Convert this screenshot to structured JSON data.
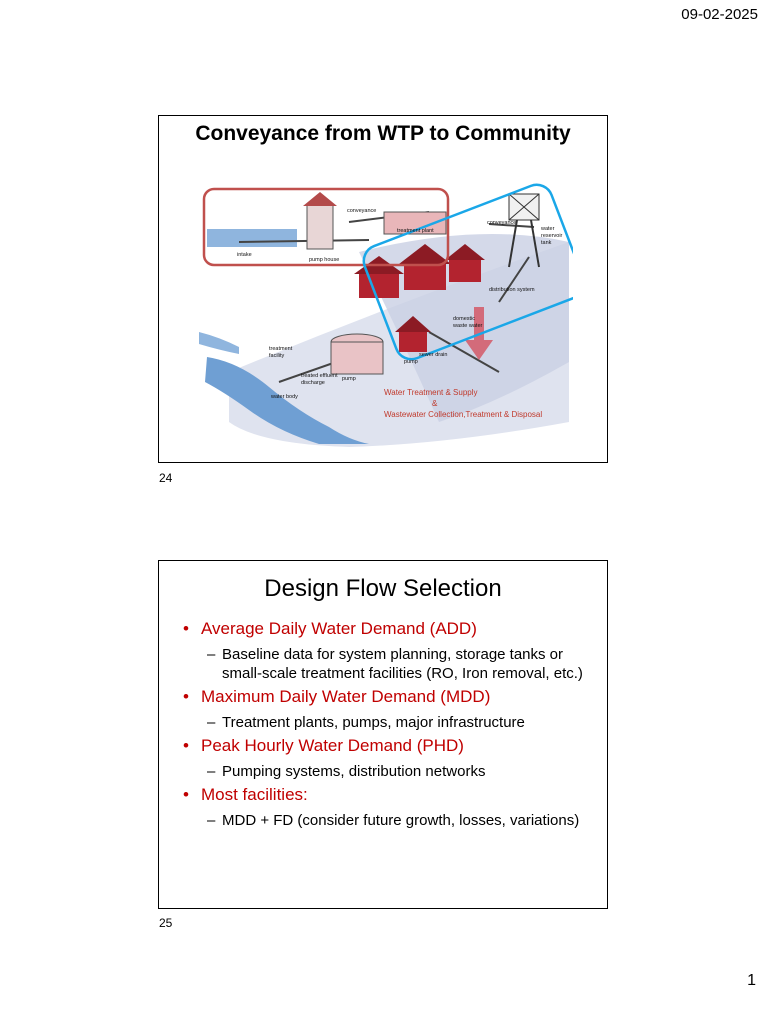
{
  "header": {
    "date": "09-02-2025"
  },
  "footer": {
    "page_number": "1"
  },
  "slide1": {
    "number": "24",
    "title": "Conveyance from WTP to Community",
    "diagram_labels": {
      "conveyance_top": "conveyance",
      "treatment_plant": "treatment plant",
      "intake": "intake",
      "pump_house": "pump house",
      "conveyance_right": "conveyance",
      "water_reservoir_1": "water",
      "water_reservoir_2": "reservoir",
      "water_reservoir_3": "tank",
      "distribution_system": "distribution system",
      "domestic_waste_1": "domestic",
      "domestic_waste_2": "waste water",
      "treatment_facility_1": "treatment",
      "treatment_facility_2": "facility",
      "sewer_drain": "sewer drain",
      "pump_small": "pump",
      "treated_effluent_1": "treated effluent",
      "treated_effluent_2": "discharge",
      "pump_bottom": "pump",
      "water_body": "water body",
      "caption_1": "Water Treatment & Supply",
      "caption_2": "&",
      "caption_3": "Wastewater Collection,Treatment & Disposal"
    },
    "colors": {
      "red_box": "#c0504d",
      "blue_box": "#1aa7e8",
      "caption": "#c0392b"
    }
  },
  "slide2": {
    "number": "25",
    "title": "Design Flow Selection",
    "items": [
      {
        "heading": "Average Daily Water Demand (ADD)",
        "sub": [
          "Baseline data for system planning,  storage tanks or small-scale treatment facilities (RO, Iron removal, etc.)"
        ]
      },
      {
        "heading": "Maximum Daily Water Demand (MDD)",
        "sub": [
          "Treatment plants,  pumps, major infrastructure"
        ]
      },
      {
        "heading": "Peak Hourly Water Demand (PHD)",
        "sub": [
          "Pumping systems, distribution networks"
        ]
      },
      {
        "heading": "Most facilities:",
        "sub": [
          "MDD + FD (consider future growth, losses, variations)"
        ]
      }
    ],
    "colors": {
      "heading": "#c00000"
    }
  }
}
